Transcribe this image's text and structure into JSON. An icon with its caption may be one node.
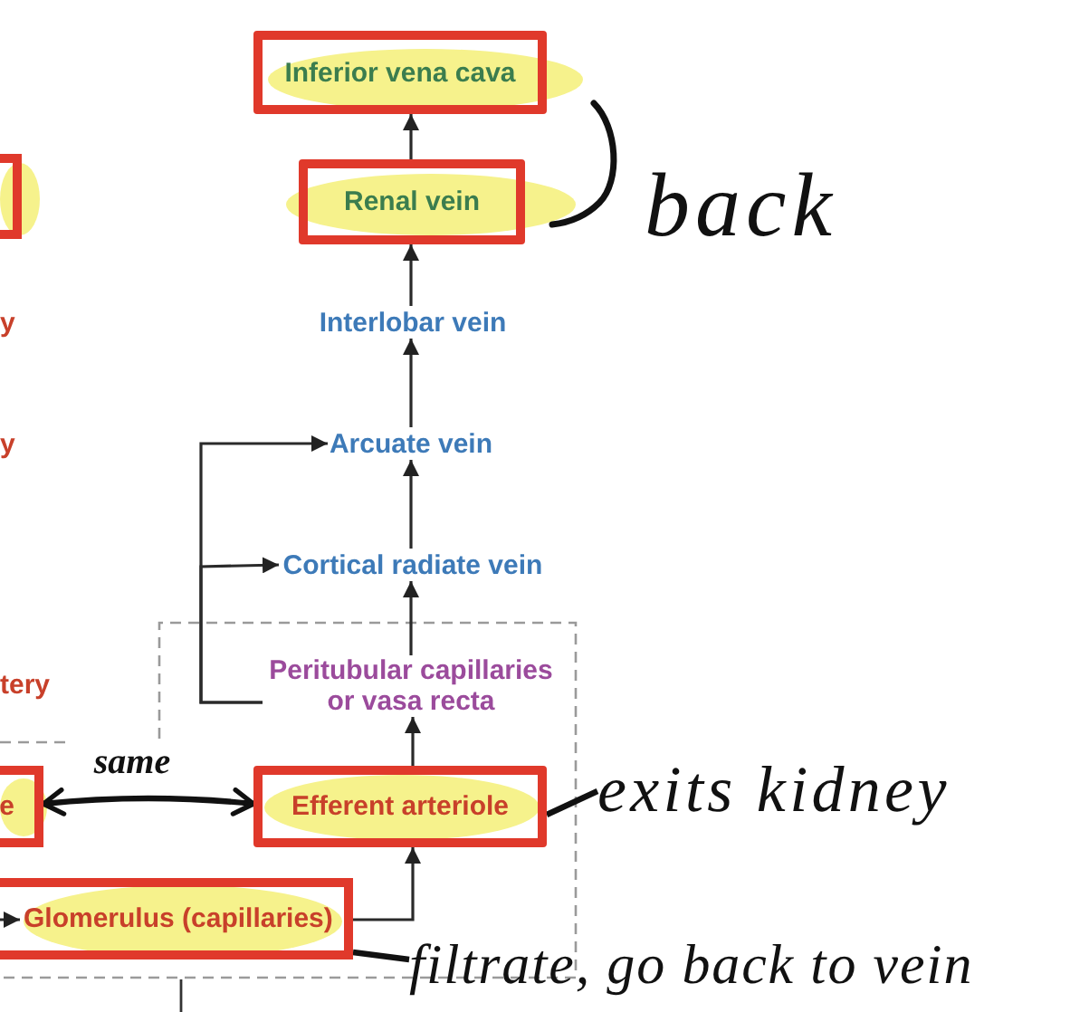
{
  "diagram": {
    "nodes": [
      {
        "text": [
          "Inferior vena cava"
        ]
      },
      {
        "text": [],
        "shape": "box"
      },
      {
        "text": [
          "Renal vein"
        ]
      },
      {
        "text": [
          "Interlobar vein"
        ]
      },
      {
        "text": [
          "Arcuate vein"
        ]
      },
      {
        "text": [
          "Cortical radiate vein"
        ]
      },
      {
        "text": [
          "Peritubular capillaries or vasa recta"
        ]
      },
      {
        "text": [
          "e"
        ]
      },
      {
        "text": [
          "Efferent arteriole"
        ]
      },
      {
        "text": [
          "Glomerulus (capillaries)"
        ]
      },
      {
        "text": [
          "exits kidney"
        ]
      },
      {
        "text": [
          "filtrate, go back to vein"
        ]
      }
    ],
    "edges": [
      {
        "from": 2,
        "to": 0,
        "arrow": "to"
      },
      {
        "from": 3,
        "to": 2,
        "arrow": "to"
      },
      {
        "from": 4,
        "to": 3,
        "arrow": "to"
      },
      {
        "from": 5,
        "to": 4,
        "arrow": "to"
      },
      {
        "from": 6,
        "to": 5,
        "arrow": "to"
      },
      {
        "from": 6,
        "to": 5,
        "arrow": "to"
      },
      {
        "from": 6,
        "to": 4,
        "arrow": "to"
      },
      {
        "from": 8,
        "to": 6,
        "arrow": "to"
      },
      {
        "from": 9,
        "to": 8,
        "arrow": "to"
      },
      {
        "from": null,
        "to": 9,
        "arrow": "to"
      },
      {
        "from": 7,
        "to": 8,
        "arrow": "both",
        "label": "same",
        "style": "thick"
      },
      {
        "from": 10,
        "to": 8,
        "arrow": "none",
        "style": "thick"
      },
      {
        "from": 11,
        "to": 9,
        "arrow": "none",
        "style": "thick"
      }
    ],
    "labels": [
      "back",
      "y",
      "y",
      "tery"
    ]
  }
}
